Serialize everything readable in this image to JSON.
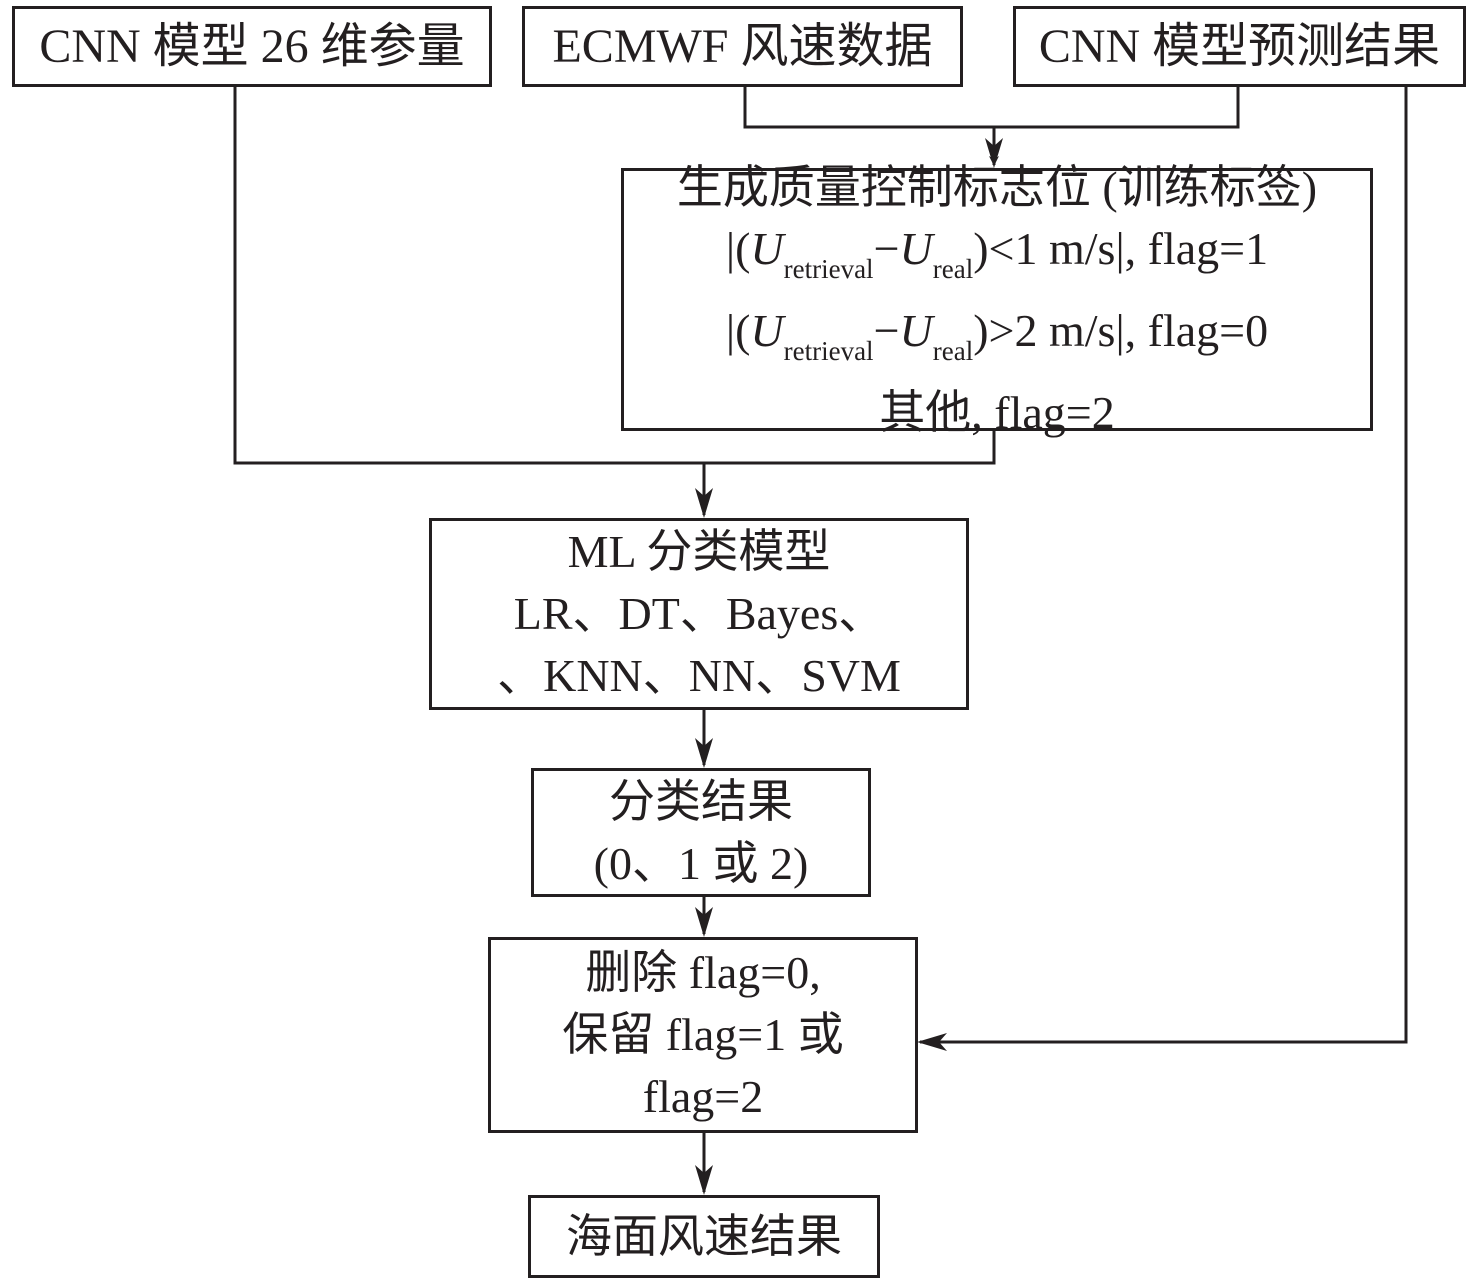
{
  "inputs": {
    "cnn_params": "CNN 模型 26 维参量",
    "ecmwf": "ECMWF 风速数据",
    "cnn_pred": "CNN 模型预测结果"
  },
  "flag_box": {
    "title": "生成质量控制标志位 (训练标签)",
    "rule1": {
      "var1": "U",
      "sub1": "retrieval",
      "minus": "−",
      "var2": "U",
      "sub2": "real",
      "cond": ")<1 m/s|, flag=1",
      "open": "|("
    },
    "rule2": {
      "var1": "U",
      "sub1": "retrieval",
      "minus": "−",
      "var2": "U",
      "sub2": "real",
      "cond": ")>2 m/s|, flag=0",
      "open": "|("
    },
    "rule3": "其他, flag=2"
  },
  "ml_box": {
    "line1": "ML 分类模型",
    "line2": "LR、DT、Bayes、",
    "line3": "、KNN、NN、SVM"
  },
  "result_box": {
    "line1": "分类结果",
    "line2": "(0、1 或 2)"
  },
  "filter_box": {
    "line1": "删除 flag=0,",
    "line2": "保留 flag=1 或",
    "line3": "flag=2"
  },
  "output_box": {
    "label": "海面风速结果"
  },
  "colors": {
    "stroke": "#231f20",
    "background": "#ffffff"
  }
}
